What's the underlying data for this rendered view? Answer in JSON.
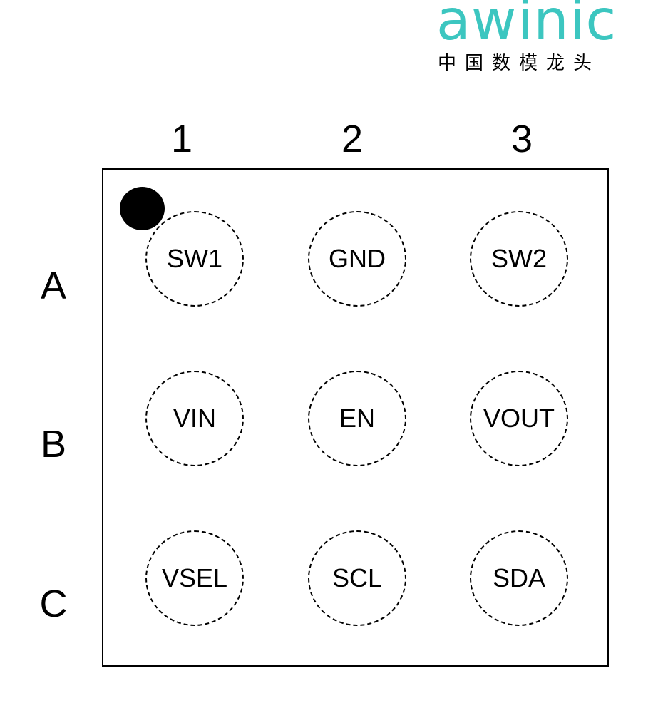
{
  "logo": {
    "brand": "awinic",
    "tagline": "中国数模龙头",
    "color": "#3cc6c0"
  },
  "diagram": {
    "columns": [
      "1",
      "2",
      "3"
    ],
    "rows": [
      "A",
      "B",
      "C"
    ],
    "pins": {
      "A1": "SW1",
      "A2": "GND",
      "A3": "SW2",
      "B1": "VIN",
      "B2": "EN",
      "B3": "VOUT",
      "C1": "VSEL",
      "C2": "SCL",
      "C3": "SDA"
    }
  }
}
